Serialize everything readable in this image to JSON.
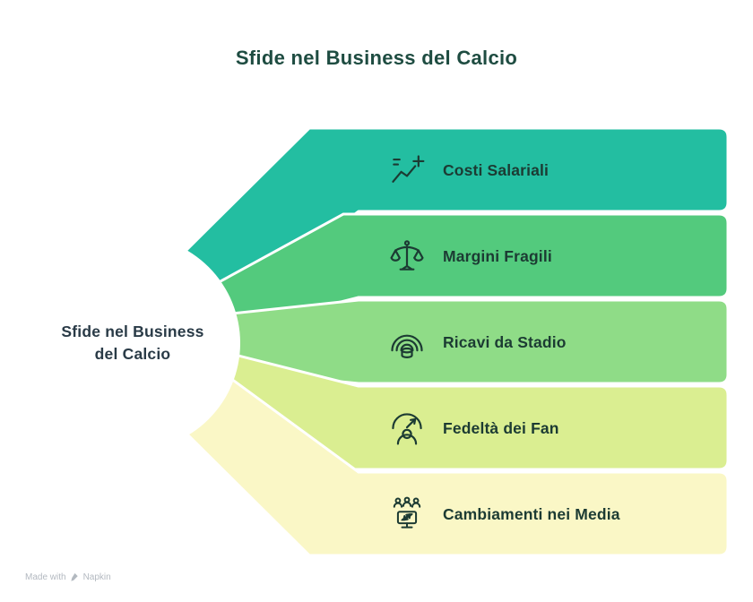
{
  "title": {
    "text": "Sfide nel Business del Calcio",
    "color": "#1E4C41"
  },
  "center_circle": {
    "line1": "Sfide nel Business",
    "line2": "del Calcio",
    "bg_color": "#FFFFFF",
    "text_color": "#2A3B47"
  },
  "bands": [
    {
      "label": "Costi Salariali",
      "color": "#23BEA1",
      "icon": "chart-plus-icon"
    },
    {
      "label": "Margini Fragili",
      "color": "#53CA7D",
      "icon": "balance-scale-icon"
    },
    {
      "label": "Ricavi da Stadio",
      "color": "#8FDC87",
      "icon": "stadium-icon"
    },
    {
      "label": "Fedeltà dei Fan",
      "color": "#DAEE91",
      "icon": "fan-gauge-icon"
    },
    {
      "label": "Cambiamenti nei Media",
      "color": "#FAF7C6",
      "icon": "media-audience-icon"
    }
  ],
  "band_text_color": "#1C3B33",
  "watermark": {
    "prefix": "Made with",
    "brand": "Napkin"
  }
}
